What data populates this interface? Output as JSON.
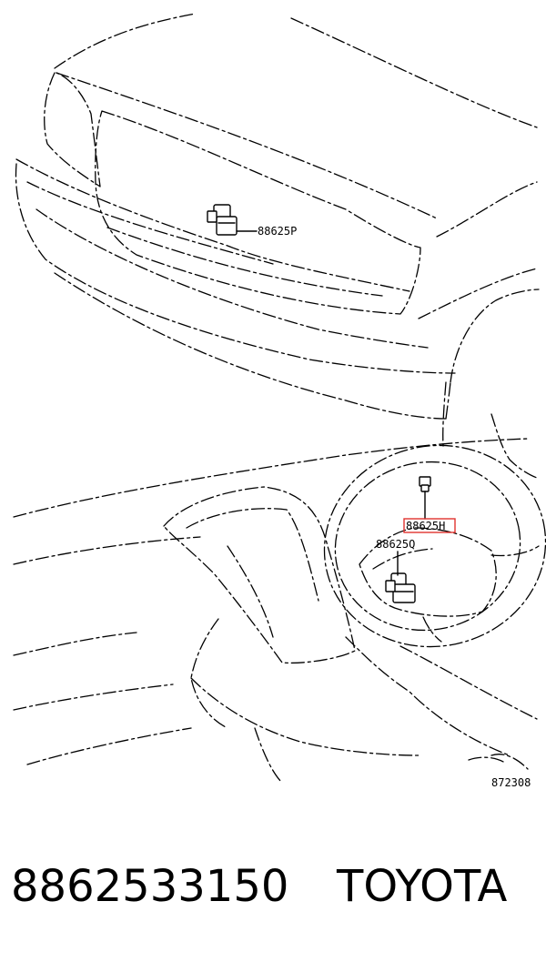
{
  "callouts": {
    "upper_sensor": "88625P",
    "wheel_sensor": "88625H",
    "lower_sensor": "88625Q"
  },
  "diagram_number": "872308",
  "footer": {
    "part_number": "8862533150",
    "brand": "TOYOTA"
  },
  "colors": {
    "highlight": "#e0322f",
    "ink": "#000000",
    "background": "#ffffff"
  }
}
